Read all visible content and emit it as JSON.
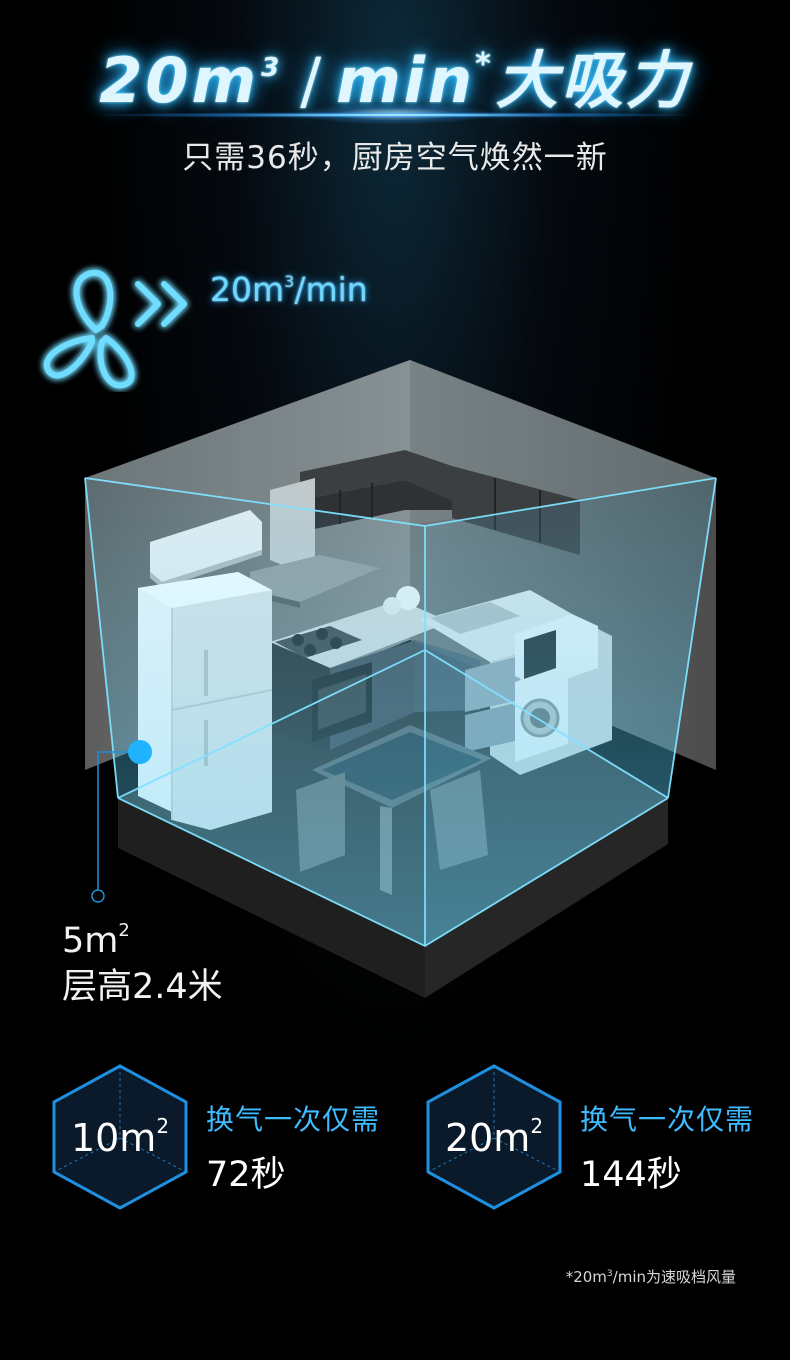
{
  "header": {
    "headline_value": "20m",
    "headline_sup": "3",
    "headline_slash": "/",
    "headline_unit": "min",
    "headline_asterisk": "*",
    "headline_suffix": "大吸力",
    "subtitle": "只需36秒，厨房空气焕然一新"
  },
  "airflow": {
    "icon": "fan-icon",
    "label_prefix": "20m",
    "label_sup": "3",
    "label_suffix": "/min"
  },
  "room": {
    "area_value": "5m",
    "area_sup": "2",
    "height_label": "层高2.4米"
  },
  "stats": [
    {
      "area_value": "10m",
      "area_sup": "2",
      "label": "换气一次仅需",
      "time": "72秒"
    },
    {
      "area_value": "20m",
      "area_sup": "2",
      "label": "换气一次仅需",
      "time": "144秒"
    }
  ],
  "footnote": {
    "prefix": "*20m",
    "sup": "3",
    "suffix": "/min为速吸档风量"
  },
  "colors": {
    "accent": "#3fbcff",
    "glow": "#1ea6ff",
    "background": "#000000",
    "room_volume": "#5fd6ff"
  }
}
